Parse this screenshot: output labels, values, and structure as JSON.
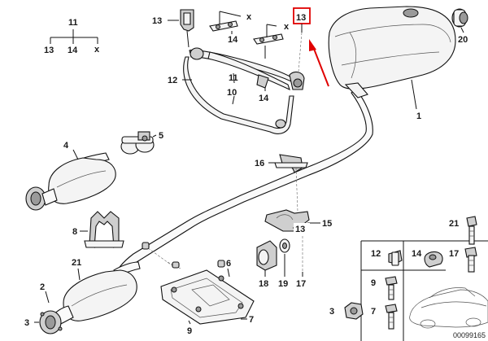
{
  "callouts": {
    "n1": "1",
    "n2": "2",
    "n3": "3",
    "n4": "4",
    "n5": "5",
    "n6": "6",
    "n7": "7",
    "n8": "8",
    "n9": "9",
    "n10": "10",
    "n11": "11",
    "n12": "12",
    "n13": "13",
    "n14": "14",
    "n15": "15",
    "n16": "16",
    "n17": "17",
    "n18": "18",
    "n19": "19",
    "n20": "20",
    "n21": "21",
    "x": "x"
  },
  "highlight": {
    "label": "13",
    "color": "#e00000"
  },
  "catalog_number": "00099165"
}
